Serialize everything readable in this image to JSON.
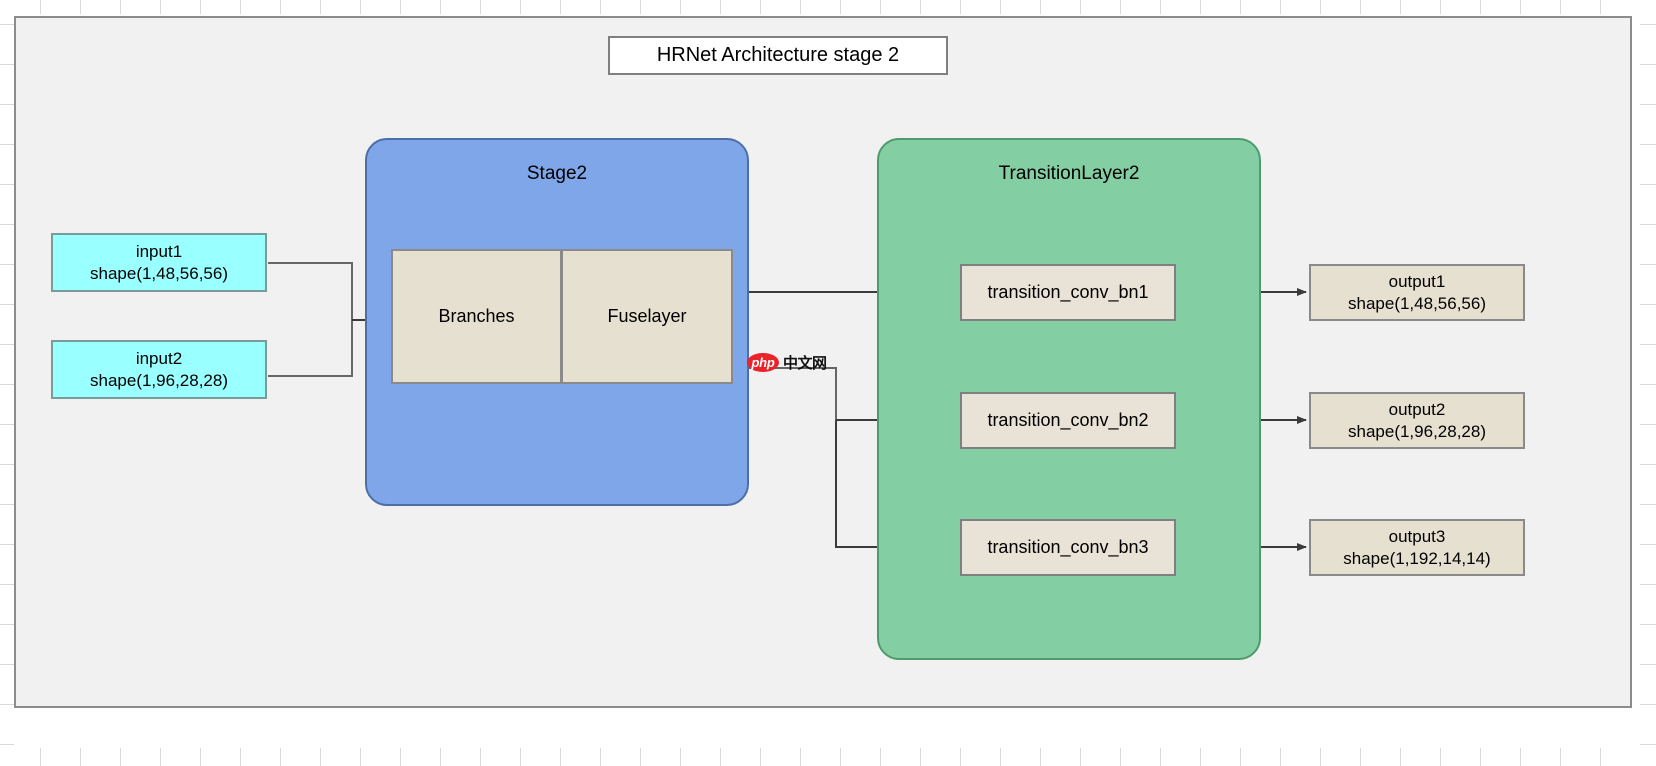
{
  "diagram": {
    "title": "HRNet Architecture stage 2",
    "canvas_bg": "#f1f1f1",
    "inputs": [
      {
        "name": "input1",
        "shape": "shape(1,48,56,56)"
      },
      {
        "name": "input2",
        "shape": "shape(1,96,28,28)"
      }
    ],
    "stage": {
      "label": "Stage2",
      "color": "#7ea6e8",
      "sub_blocks": [
        {
          "label": "Branches"
        },
        {
          "label": "Fuselayer"
        }
      ]
    },
    "transition": {
      "label": "TransitionLayer2",
      "color": "#83cea2",
      "blocks": [
        {
          "label": "transition_conv_bn1"
        },
        {
          "label": "transition_conv_bn2"
        },
        {
          "label": "transition_conv_bn3"
        }
      ]
    },
    "outputs": [
      {
        "name": "output1",
        "shape": "shape(1,48,56,56)"
      },
      {
        "name": "output2",
        "shape": "shape(1,96,28,28)"
      },
      {
        "name": "output3",
        "shape": "shape(1,192,14,14)"
      }
    ],
    "watermark": {
      "badge": "php",
      "text": "中文网",
      "badge_color": "#e8232a"
    }
  }
}
